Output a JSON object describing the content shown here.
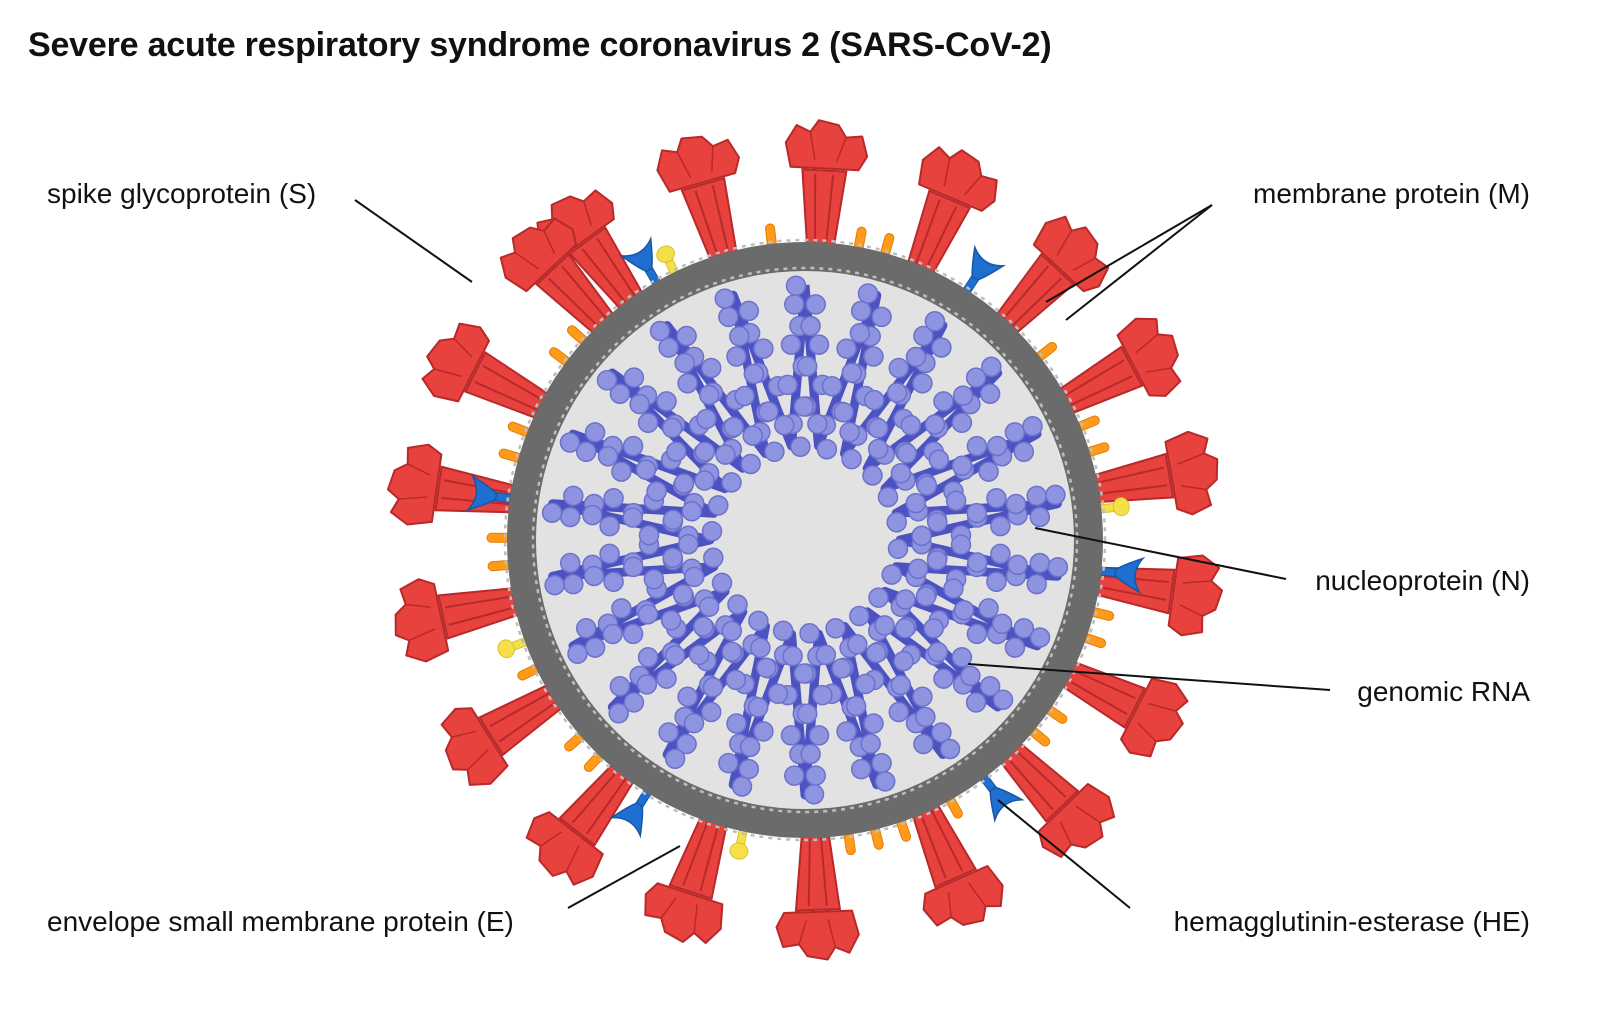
{
  "title": "Severe acute respiratory syndrome coronavirus 2 (SARS-CoV-2)",
  "labels": {
    "spike": "spike glycoprotein (S)",
    "membrane": "membrane protein (M)",
    "nucleo": "nucleoprotein (N)",
    "rna": "genomic RNA",
    "envelope": "envelope small membrane protein (E)",
    "he": "hemagglutinin-esterase (HE)"
  },
  "colors": {
    "spike": "#e8423e",
    "spike_dark": "#b8292a",
    "membrane_protein": "#ff9a1a",
    "envelope_protein": "#f6e04a",
    "hemagglutinin": "#1f6fd1",
    "membrane": "#6b6b6b",
    "interior": "#e2e2e2",
    "nucleoprotein": "#8e94e0",
    "rna": "#4d52c2"
  }
}
